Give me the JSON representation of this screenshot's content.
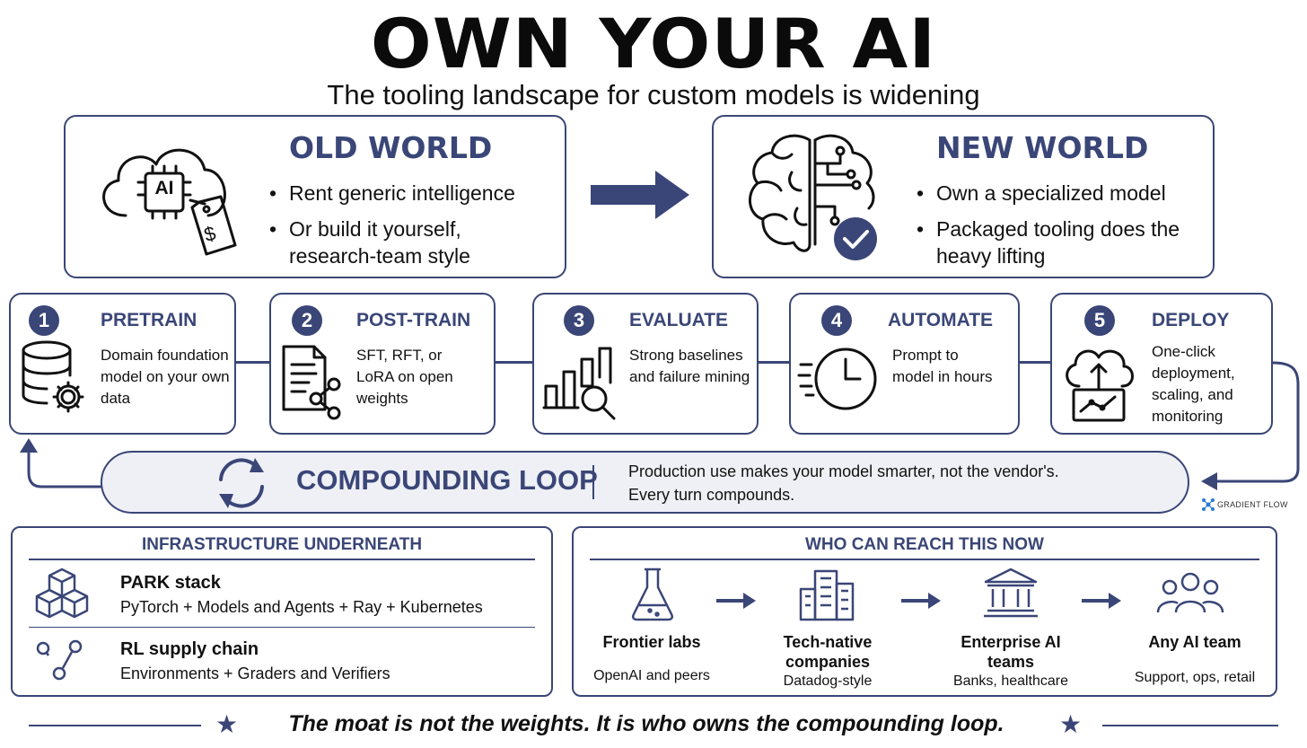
{
  "title": "OWN YOUR AI",
  "subtitle": "The tooling landscape for custom models is widening",
  "old_world": {
    "title": "OLD WORLD",
    "icon_label": "AI",
    "price_symbol": "$",
    "bullets": [
      "Rent generic intelligence",
      "Or build it yourself, research-team style"
    ]
  },
  "new_world": {
    "title": "NEW WORLD",
    "bullets": [
      "Own a specialized model",
      "Packaged tooling does the heavy lifting"
    ]
  },
  "steps": [
    {
      "num": "1",
      "title": "PRETRAIN",
      "desc": "Domain foundation model on your own data",
      "icon": "database-gear-icon"
    },
    {
      "num": "2",
      "title": "POST-TRAIN",
      "desc": "SFT, RFT, or LoRA on open weights",
      "icon": "document-share-icon"
    },
    {
      "num": "3",
      "title": "EVALUATE",
      "desc": "Strong baselines and failure mining",
      "icon": "chart-magnifier-icon"
    },
    {
      "num": "4",
      "title": "AUTOMATE",
      "desc": "Prompt to model in hours",
      "icon": "fast-clock-icon"
    },
    {
      "num": "5",
      "title": "DEPLOY",
      "desc": "One-click deployment, scaling, and monitoring",
      "icon": "cloud-deploy-icon"
    }
  ],
  "loop": {
    "title": "COMPOUNDING LOOP",
    "text_line1": "Production use makes your model smarter, not the vendor's.",
    "text_line2": "Every turn compounds."
  },
  "brand": "GRADIENT FLOW",
  "infrastructure": {
    "heading": "INFRASTRUCTURE UNDERNEATH",
    "items": [
      {
        "title": "PARK stack",
        "desc": "PyTorch + Models and Agents + Ray + Kubernetes",
        "icon": "cubes-icon"
      },
      {
        "title": "RL supply chain",
        "desc": "Environments + Graders and Verifiers",
        "icon": "nodes-icon"
      }
    ]
  },
  "reach": {
    "heading": "WHO CAN REACH THIS NOW",
    "items": [
      {
        "title": "Frontier labs",
        "desc": "OpenAI and peers",
        "icon": "flask-icon"
      },
      {
        "title": "Tech-native companies",
        "desc": "Datadog-style",
        "icon": "buildings-icon"
      },
      {
        "title": "Enterprise AI teams",
        "desc": "Banks, healthcare",
        "icon": "bank-icon"
      },
      {
        "title": "Any AI team",
        "desc": "Support, ops, retail",
        "icon": "people-icon"
      }
    ]
  },
  "footer": "The moat is not the weights. It is who owns the compounding loop.",
  "colors": {
    "navy": "#3a4677",
    "text": "#111111",
    "loop_bg": "#eef0f6"
  }
}
